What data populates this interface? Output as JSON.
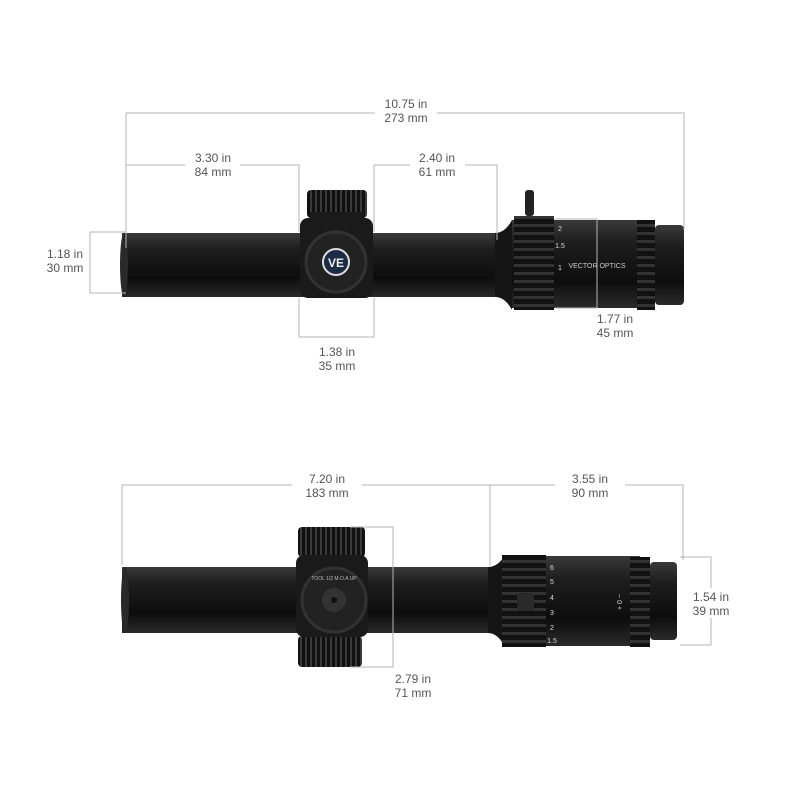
{
  "top_view": {
    "overall_length": {
      "in": "10.75 in",
      "mm": "273 mm"
    },
    "objective_to_turret": {
      "in": "3.30 in",
      "mm": "84 mm"
    },
    "turret_to_eyepiece": {
      "in": "2.40 in",
      "mm": "61 mm"
    },
    "tube_diameter": {
      "in": "1.18 in",
      "mm": "30 mm"
    },
    "saddle_width": {
      "in": "1.38 in",
      "mm": "35 mm"
    },
    "eyepiece_diameter": {
      "in": "1.77 in",
      "mm": "45 mm"
    },
    "brand_text": "VECTOR OPTICS",
    "magnification_marks": [
      "1",
      "1.5",
      "2"
    ]
  },
  "side_view": {
    "front_length": {
      "in": "7.20 in",
      "mm": "183 mm"
    },
    "eyepiece_length": {
      "in": "3.55 in",
      "mm": "90 mm"
    },
    "turret_height": {
      "in": "2.79 in",
      "mm": "71 mm"
    },
    "eyepiece_ring_diameter": {
      "in": "1.54 in",
      "mm": "39 mm"
    },
    "magnification_marks": [
      "1.5",
      "2",
      "3",
      "4",
      "5",
      "6"
    ],
    "diopter_marks": "+ 0 −",
    "turret_text": "TOOL 1/2 M.O.A UP"
  },
  "colors": {
    "scope_body": "#1a1a1a",
    "dimension_lines": "#b5b5b5",
    "label_text": "#555555"
  }
}
